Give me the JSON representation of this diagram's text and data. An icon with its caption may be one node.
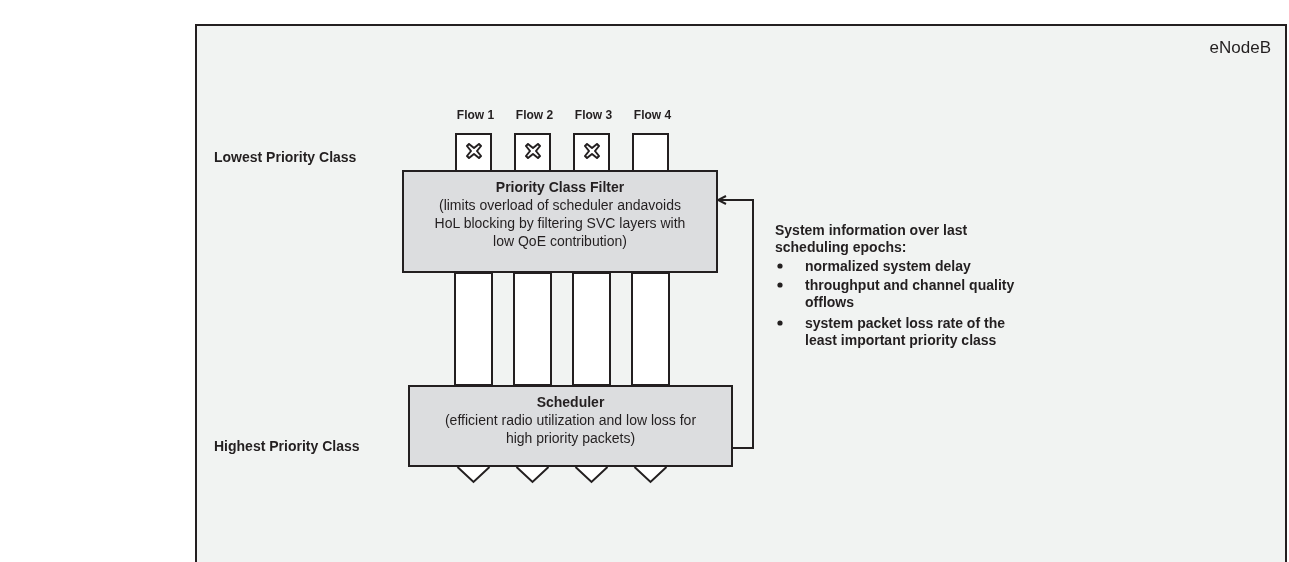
{
  "diagram": {
    "nodes": [
      {
        "text": [
          "eNodeB"
        ]
      },
      {
        "text": [
          "Flow 1"
        ],
        "in": 0
      },
      {
        "text": [],
        "shape": "cross",
        "in": 1
      },
      {
        "text": [
          "Flow 2"
        ],
        "in": 0
      },
      {
        "text": [],
        "shape": "cross",
        "in": 3
      },
      {
        "text": [
          "Flow 3"
        ],
        "in": 0
      },
      {
        "text": [],
        "shape": "cross",
        "in": 5
      },
      {
        "text": [
          "Flow 4"
        ],
        "in": 0
      },
      {
        "text": [
          "Priority Class Filter",
          "(limits overload of scheduler andavoids HoL blocking by filtering SVC layers with low QoE contribution)"
        ],
        "in": 0
      },
      {
        "text": [
          "Scheduler",
          "(efficient radio utilization and low loss for high priority packets)"
        ],
        "in": 0
      }
    ],
    "edges": [
      {
        "from": 8,
        "to": 9,
        "arrow": "none",
        "style": "thick"
      },
      {
        "from": 8,
        "to": 9,
        "arrow": "none",
        "style": "thick"
      },
      {
        "from": 8,
        "to": 9,
        "arrow": "none",
        "style": "thick"
      },
      {
        "from": 8,
        "to": 9,
        "arrow": "none",
        "style": "thick"
      },
      {
        "from": 9,
        "to": 8,
        "arrow": "to"
      }
    ],
    "labels": [
      "Lowest Priority Class",
      "Highest Priority Class",
      "System information over last scheduling epochs:",
      "normalized system delay",
      "throughput and channel quality offlows",
      "system packet loss rate of the least important priority class"
    ]
  }
}
